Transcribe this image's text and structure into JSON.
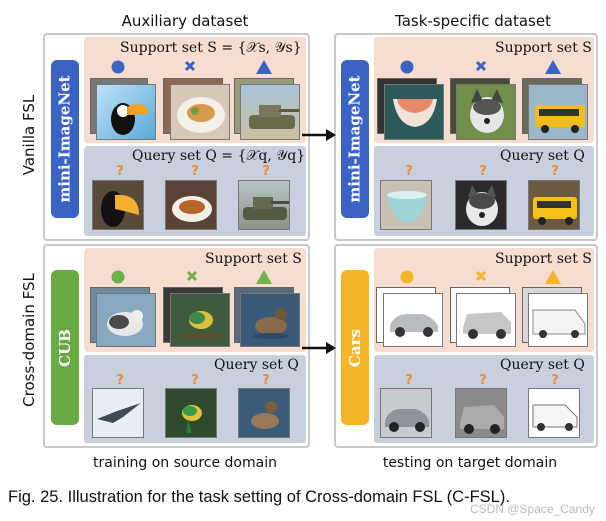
{
  "columns": {
    "left": "Auxiliary dataset",
    "right": "Task-specific dataset"
  },
  "rows": {
    "top": "Vanilla FSL",
    "bottom": "Cross-domain FSL"
  },
  "panels": {
    "top_left": {
      "dataset": "mini-ImageNet",
      "support_label": "Support set S = {𝒳s, 𝒴s}",
      "query_label": "Query set Q = {𝒳q, 𝒴q}",
      "support_images": [
        "toucan",
        "food-plate",
        "tank"
      ],
      "query_images": [
        "toucan",
        "soup-bowl",
        "tank"
      ]
    },
    "top_right": {
      "dataset": "mini-ImageNet",
      "support_label": "Support set S",
      "query_label": "Query set Q",
      "support_images": [
        "bowl",
        "husky-dog",
        "school-bus"
      ],
      "query_images": [
        "bowl",
        "husky-dog",
        "school-bus"
      ]
    },
    "bottom_left": {
      "dataset": "CUB",
      "support_label": "Support set S",
      "query_label": "Query set Q",
      "support_images": [
        "seabird",
        "green-bird",
        "duck"
      ],
      "query_images": [
        "seabird",
        "green-bird",
        "duck"
      ]
    },
    "bottom_right": {
      "dataset": "Cars",
      "support_label": "Support set S",
      "query_label": "Query set Q",
      "support_images": [
        "silver-sedan",
        "silver-suv",
        "white-van"
      ],
      "query_images": [
        "silver-sedan",
        "silver-suv",
        "white-van"
      ]
    }
  },
  "markers": {
    "query_mark": "?",
    "top_color": "#3a63c4",
    "bottom_color": "#6fb04a",
    "right_bottom_color": "#f4b52b",
    "shapes": [
      "circle",
      "cross",
      "triangle"
    ]
  },
  "bars": {
    "imagenet_color": "#3a63c4",
    "cub_color": "#6aaa45",
    "cars_color": "#f4b52b"
  },
  "footers": {
    "left": "training on source domain",
    "right": "testing on target domain"
  },
  "caption": "Fig. 25. Illustration for the task setting of Cross-domain FSL (C-FSL).",
  "watermark": "CSDN @Space_Candy"
}
